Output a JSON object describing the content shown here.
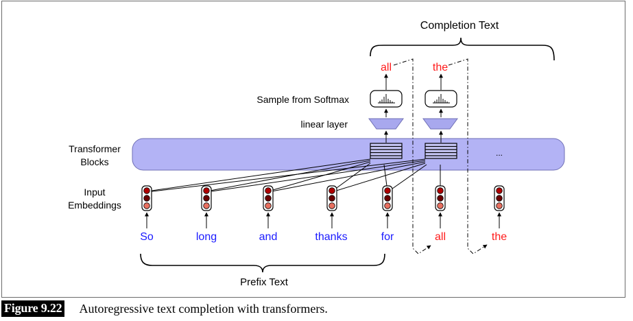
{
  "labels": {
    "completion_text": "Completion Text",
    "prefix_text": "Prefix Text",
    "sample_from_softmax": "Sample from Softmax",
    "linear_layer": "linear layer",
    "transformer_blocks_line1": "Transformer",
    "transformer_blocks_line2": "Blocks",
    "input_embeddings_line1": "Input",
    "input_embeddings_line2": "Embeddings",
    "ellipsis": "..."
  },
  "prefix_words": [
    "So",
    "long",
    "and",
    "thanks",
    "for"
  ],
  "completion_inputs": [
    "all",
    "the"
  ],
  "completion_outputs": [
    "all",
    "the"
  ],
  "caption": {
    "label": "Figure 9.22",
    "text": "Autoregressive text completion with transformers."
  },
  "colors": {
    "prefix_word": "#1a1aff",
    "completion_word": "#ff1a1a",
    "transformer_band": "#b3b3f5",
    "linear_layer": "#a8a8ee",
    "embedding_circles": [
      "#b00000",
      "#6a0000",
      "#e87060"
    ]
  }
}
